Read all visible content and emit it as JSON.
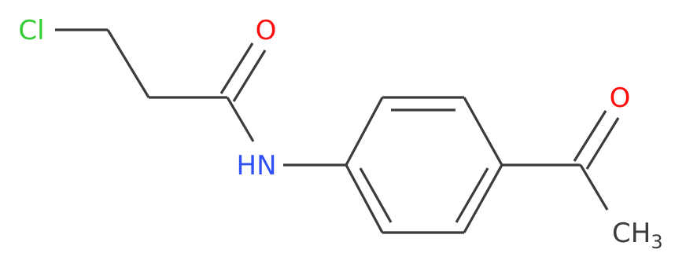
{
  "molecule": {
    "atoms": {
      "chlorine": {
        "label": "Cl",
        "color": "#33cc33"
      },
      "amide_oxygen": {
        "label": "O",
        "color": "#ff0d0d"
      },
      "amide_nitrogen": {
        "label": "HN",
        "color": "#3050f8"
      },
      "ketone_oxygen": {
        "label": "O",
        "color": "#ff0d0d"
      },
      "methyl": {
        "label": "CH",
        "subscript": "3",
        "color": "#3b3b3b"
      }
    },
    "bond_color": "#3b3b3b"
  }
}
